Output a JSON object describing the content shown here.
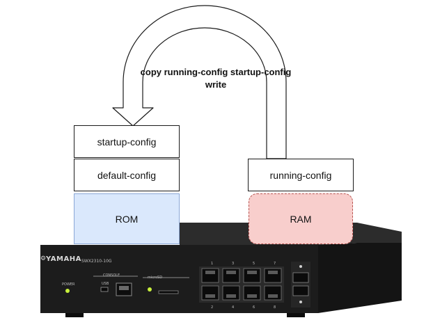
{
  "diagram": {
    "command_line1": "copy running-config startup-config",
    "command_line2": "write",
    "boxes": {
      "startup_config": "startup-config",
      "default_config": "default-config",
      "running_config": "running-config",
      "rom": "ROM",
      "ram": "RAM"
    },
    "colors": {
      "rom_fill": "#dae8fc",
      "ram_fill": "#f8cecc",
      "ram_border": "#b85450",
      "device_body": "#1e1e1e",
      "led": "#c8f03c"
    }
  },
  "device": {
    "brand": "YAMAHA",
    "model": "SWX2310-10G",
    "power_label": "POWER",
    "console_label": "CONSOLE",
    "usb_label": "USB",
    "microsd_label": "microSD"
  }
}
